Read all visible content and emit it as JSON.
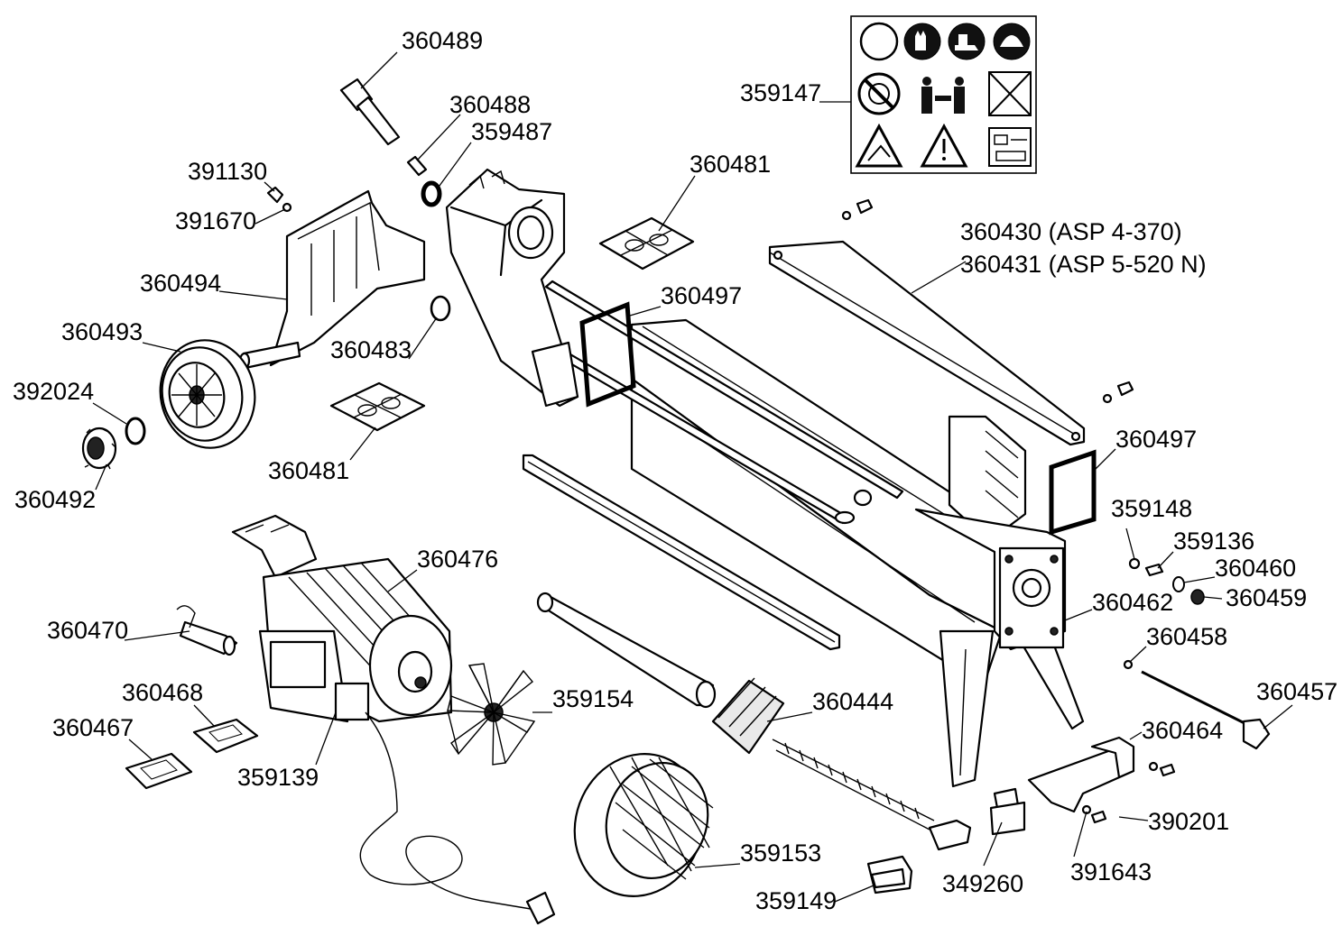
{
  "diagram": {
    "parts": [
      {
        "id": "p360489",
        "number": "360489"
      },
      {
        "id": "p360488",
        "number": "360488"
      },
      {
        "id": "p359487",
        "number": "359487"
      },
      {
        "id": "p391130",
        "number": "391130"
      },
      {
        "id": "p391670",
        "number": "391670"
      },
      {
        "id": "p360494",
        "number": "360494"
      },
      {
        "id": "p360493",
        "number": "360493"
      },
      {
        "id": "p392024",
        "number": "392024"
      },
      {
        "id": "p360492",
        "number": "360492"
      },
      {
        "id": "p360483",
        "number": "360483"
      },
      {
        "id": "p360481a",
        "number": "360481"
      },
      {
        "id": "p360481b",
        "number": "360481"
      },
      {
        "id": "p360497a",
        "number": "360497"
      },
      {
        "id": "p359147",
        "number": "359147"
      },
      {
        "id": "p360430",
        "number": "360430 (ASP 4-370)"
      },
      {
        "id": "p360431",
        "number": "360431 (ASP 5-520 N)"
      },
      {
        "id": "p360497b",
        "number": "360497"
      },
      {
        "id": "p359148",
        "number": "359148"
      },
      {
        "id": "p359136",
        "number": "359136"
      },
      {
        "id": "p360460",
        "number": "360460"
      },
      {
        "id": "p360459",
        "number": "360459"
      },
      {
        "id": "p360462",
        "number": "360462"
      },
      {
        "id": "p360458",
        "number": "360458"
      },
      {
        "id": "p360457",
        "number": "360457"
      },
      {
        "id": "p360464",
        "number": "360464"
      },
      {
        "id": "p390201",
        "number": "390201"
      },
      {
        "id": "p391643",
        "number": "391643"
      },
      {
        "id": "p349260",
        "number": "349260"
      },
      {
        "id": "p359149",
        "number": "359149"
      },
      {
        "id": "p359153",
        "number": "359153"
      },
      {
        "id": "p360444",
        "number": "360444"
      },
      {
        "id": "p359154",
        "number": "359154"
      },
      {
        "id": "p360476",
        "number": "360476"
      },
      {
        "id": "p360470",
        "number": "360470"
      },
      {
        "id": "p360468",
        "number": "360468"
      },
      {
        "id": "p360467",
        "number": "360467"
      },
      {
        "id": "p359139",
        "number": "359139"
      }
    ],
    "warning_label_icons": [
      "read-manual-icon",
      "gloves-icon",
      "safety-shoes-icon",
      "helmet-icon",
      "no-saw-icon",
      "no-bystanders-icon",
      "no-two-operators-icon",
      "hand-hazard-icon",
      "crush-hazard-icon",
      "wood-length-icon"
    ]
  }
}
